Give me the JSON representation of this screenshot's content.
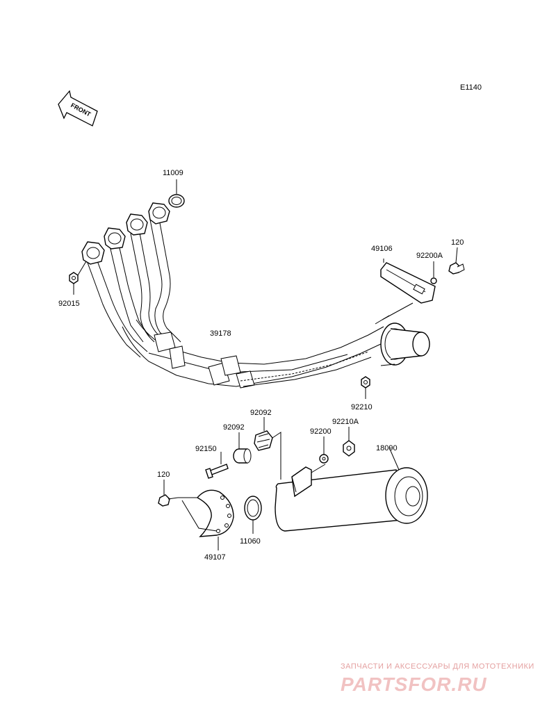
{
  "diagram": {
    "code": "E1140",
    "front_label": "FRONT",
    "labels": {
      "p11009": "11009",
      "p92015": "92015",
      "p39178": "39178",
      "p49106": "49106",
      "p92200A": "92200A",
      "p120_top": "120",
      "p92210": "92210",
      "p92092_a": "92092",
      "p92092_b": "92092",
      "p92210A": "92210A",
      "p92200": "92200",
      "p18090": "18090",
      "p92150": "92150",
      "p120_bottom": "120",
      "p11060": "11060",
      "p49107": "49107"
    }
  },
  "watermark": {
    "tagline": "ЗАПЧАСТИ И АКСЕССУАРЫ ДЛЯ МОТОТЕХНИКИ",
    "brand": "PARTSFOR.RU"
  }
}
